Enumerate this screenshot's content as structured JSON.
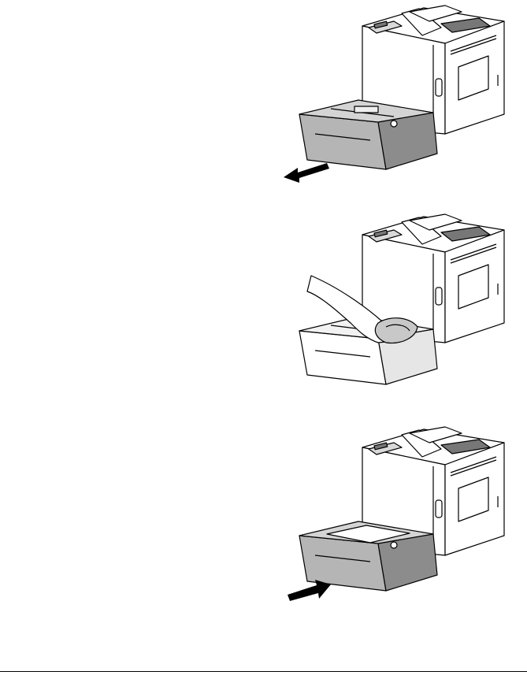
{
  "figures": [
    {
      "icon": "printer-tray-pull-out-illustration",
      "arrow": "left-pull"
    },
    {
      "icon": "printer-tray-wipe-roller-illustration",
      "arrow": "none"
    },
    {
      "icon": "printer-tray-push-in-illustration",
      "arrow": "right-push"
    }
  ],
  "colors": {
    "outline": "#000000",
    "body": "#ffffff",
    "tray_shade": "#b5b5b5",
    "tray_dark": "#8c8c8c",
    "grille": "#555555"
  }
}
